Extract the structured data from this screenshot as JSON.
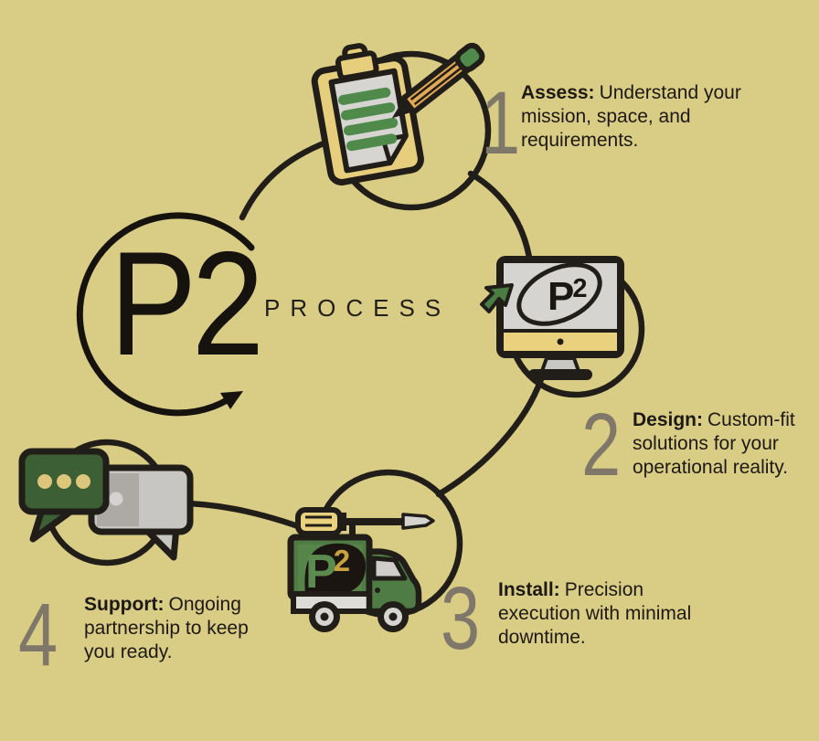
{
  "title": "P2 Process infographic",
  "colors": {
    "background": "#d9cc84",
    "outline": "#211d19",
    "text": "#1d1914",
    "number_gray": "#7e776a",
    "gold": "#e7cf7c",
    "pencil_orange": "#e1a952",
    "paper_gray": "#d6d4d0",
    "green": "#4e7c44",
    "bar_green": "#4f8a4b",
    "bubble_green": "#3c5f35",
    "gold_accent": "#c9a23c"
  },
  "logo": {
    "mark": "P2",
    "word": "PROCESS"
  },
  "steps": [
    {
      "number": "1",
      "label": "Assess:",
      "description": "Understand your mission, space, and requirements.",
      "icon": "clipboard-pencil-icon"
    },
    {
      "number": "2",
      "label": "Design:",
      "description": "Custom-fit solutions for your operational reality.",
      "icon": "monitor-cursor-icon"
    },
    {
      "number": "3",
      "label": "Install:",
      "description": "Precision execution with minimal downtime.",
      "icon": "delivery-truck-icon"
    },
    {
      "number": "4",
      "label": "Support:",
      "description": "Ongoing partnership to keep you ready.",
      "icon": "chat-bubbles-icon"
    }
  ],
  "icon_logos": {
    "monitor_logo": {
      "letter": "P",
      "exp": "2"
    },
    "truck_logo": {
      "letter": "P",
      "exp": "2"
    }
  }
}
